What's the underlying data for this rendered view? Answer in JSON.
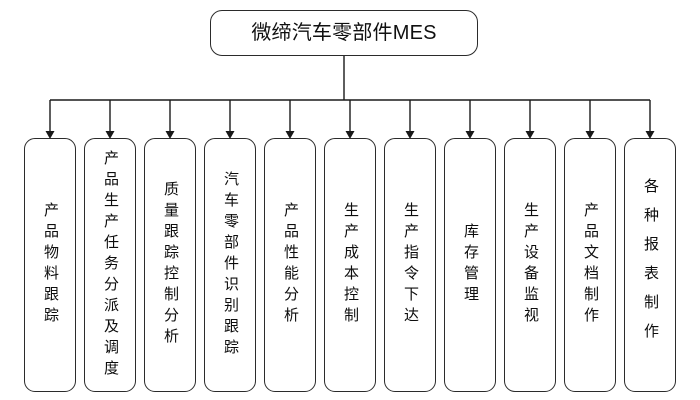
{
  "diagram": {
    "type": "org-chart",
    "orientation": "top-down",
    "root": {
      "label": "微缔汽车零部件MES"
    },
    "colors": {
      "background": "#ffffff",
      "node_border": "#2b2b2b",
      "node_fill": "#ffffff",
      "connector": "#1a1a1a",
      "text": "#0d0d0d"
    },
    "children": [
      {
        "label": "产品物料跟踪",
        "chars": 6
      },
      {
        "label": "产品生产任务分派及调度",
        "chars": 11
      },
      {
        "label": "质量跟踪控制分析",
        "chars": 8
      },
      {
        "label": "汽车零部件识别跟踪",
        "chars": 9
      },
      {
        "label": "产品性能分析",
        "chars": 6
      },
      {
        "label": "生产成本控制",
        "chars": 6
      },
      {
        "label": "生产指令下达",
        "chars": 6
      },
      {
        "label": "库存管理",
        "chars": 4
      },
      {
        "label": "生产设备监视",
        "chars": 6
      },
      {
        "label": "产品文档制作",
        "chars": 6
      },
      {
        "label": "各种报表制作",
        "chars": 6
      }
    ]
  }
}
